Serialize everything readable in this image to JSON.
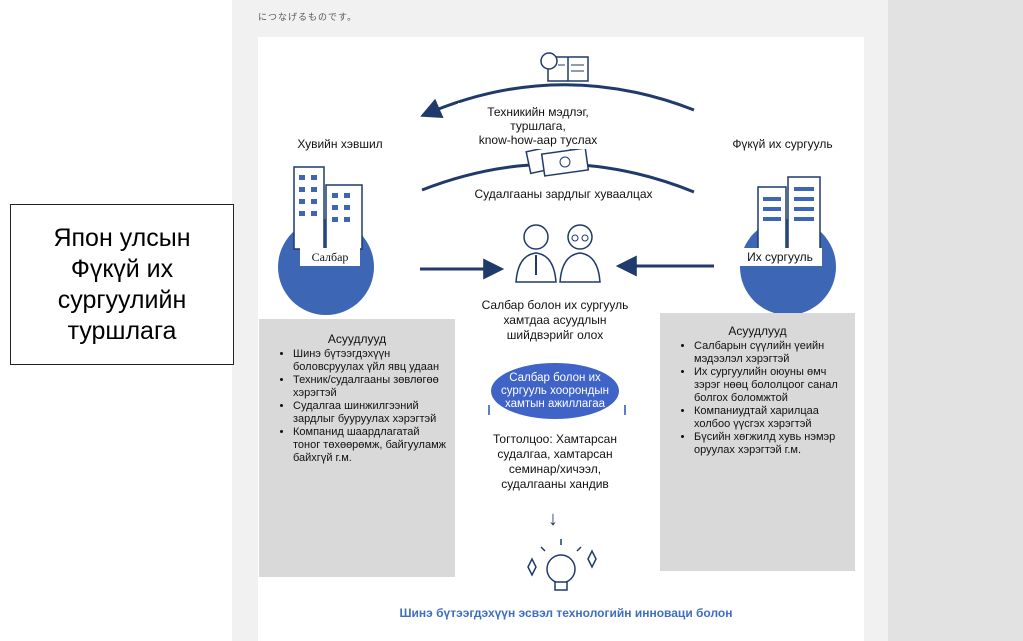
{
  "page": {
    "top_snippet": "につなげるものです。",
    "footer_title": "Шинэ бүтээгдэхүүн эсвэл технологийн инноваци болон"
  },
  "title_box": {
    "lines": [
      "Япон улсын",
      "Фүкүй их",
      "сургуулийн",
      "туршлага"
    ]
  },
  "diagram": {
    "top_arrow_label_1": "Техникийн мэдлэг, туршлага,",
    "top_arrow_label_2": "know-how-аар туслах",
    "middle_arrow_label": "Судалгааны зардлыг хуваалцах",
    "left_group_label": "Хувийн хэвшил",
    "right_group_label": "Фүкүй их сургууль",
    "left_node_label": "Салбар",
    "right_node_label": "Их сургууль",
    "center_caption_1": "Салбар болон их сургууль",
    "center_caption_2": "хамтдаа асуудлын",
    "center_caption_3": "шийдвэрийг олох",
    "collab_oval_1": "Салбар болон их",
    "collab_oval_2": "сургууль хоорондын",
    "collab_oval_3": "хамтын ажиллагаа",
    "system_text_1": "Тогтолцоо: Хамтарсан",
    "system_text_2": "судалгаа, хамтарсан",
    "system_text_3": "семинар/хичээл,",
    "system_text_4": "судалгааны хандив",
    "down_arrow": "↓"
  },
  "left_panel": {
    "heading": "Асуудлууд",
    "items": [
      "Шинэ бүтээгдэхүүн боловсруулах үйл явц удаан",
      "Техник/судалгааны зөвлөгөө хэрэгтэй",
      "Судалгаа шинжилгээний зардлыг бууруулах хэрэгтэй",
      "Компанид шаардлагатай тоног төхөөрөмж, байгууламж байхгүй г.м."
    ]
  },
  "right_panel": {
    "heading": "Асуудлууд",
    "items": [
      "Салбарын сүүлийн үеийн мэдээлэл хэрэгтэй",
      "Их сургуулийн оюуны өмч зэрэг нөөц бололцоог санал болгох боломжтой",
      "Компаниудтай харилцаа холбоо үүсгэх хэрэгтэй",
      "Бүсийн хөгжилд хувь нэмэр оруулах хэрэгтэй г.м."
    ]
  },
  "colors": {
    "navy": "#1f3a6b",
    "accent_blue": "#3f63c7",
    "circle_blue": "#3d67b5",
    "panel_gray": "#d9d9d9",
    "footer_blue": "#3e6fbf"
  },
  "icons": {
    "top": "lightbulb-book-icon",
    "money": "money-bills-icon",
    "people": "two-people-icon",
    "company": "company-buildings-icon",
    "university": "university-building-icon",
    "idea": "lightbulb-sparkle-icon"
  }
}
